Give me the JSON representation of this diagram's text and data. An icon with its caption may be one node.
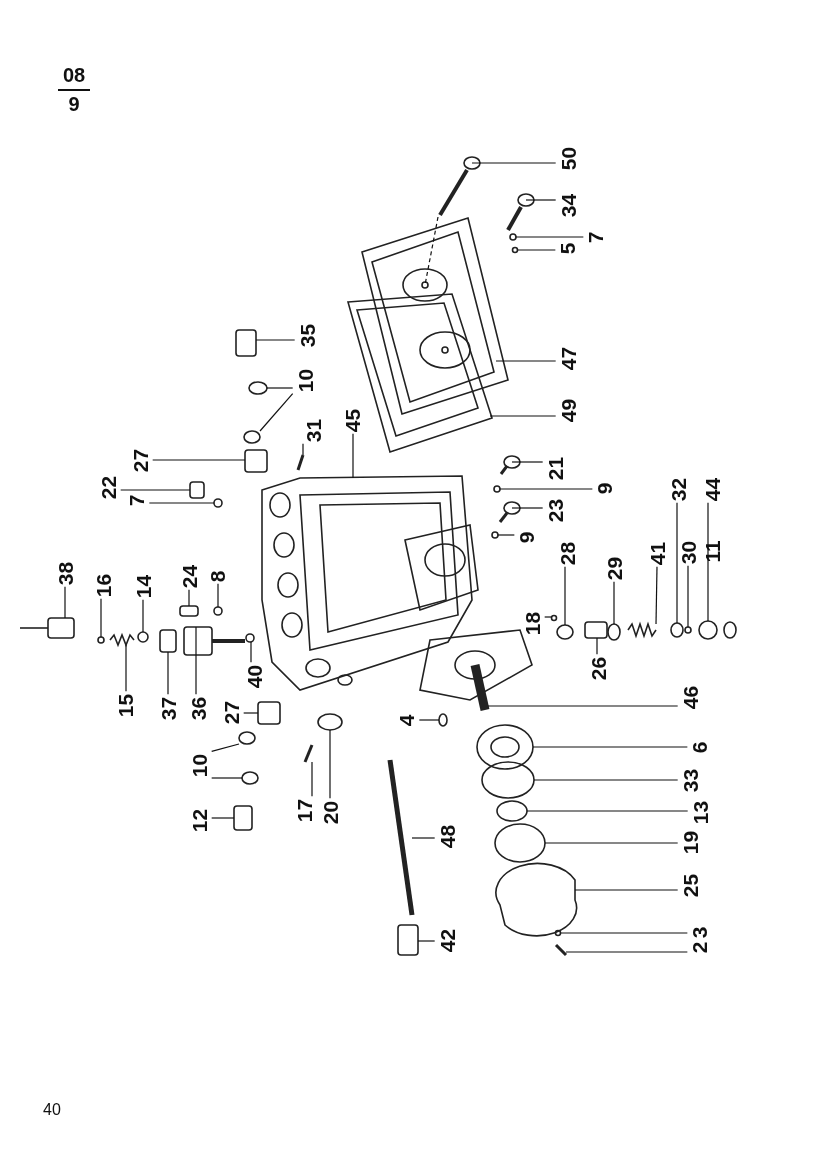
{
  "diagram": {
    "nodes": [
      {
        "text": [
          "50"
        ]
      },
      {
        "text": [
          "34"
        ]
      },
      {
        "text": [
          "7"
        ]
      },
      {
        "text": [
          "5"
        ]
      },
      {
        "text": [
          "35"
        ]
      },
      {
        "text": [
          "47"
        ]
      },
      {
        "text": [
          "10"
        ]
      },
      {
        "text": [
          "49"
        ]
      },
      {
        "text": [
          "45"
        ]
      },
      {
        "text": [
          "31"
        ]
      },
      {
        "text": [
          "27"
        ]
      },
      {
        "text": [
          "21"
        ]
      },
      {
        "text": [
          "22"
        ]
      },
      {
        "text": [
          "9"
        ]
      },
      {
        "text": [
          "32"
        ]
      },
      {
        "text": [
          "44"
        ]
      },
      {
        "text": [
          "7"
        ]
      },
      {
        "text": [
          "23"
        ]
      },
      {
        "text": [
          "9"
        ]
      },
      {
        "text": [
          "28"
        ]
      },
      {
        "text": [
          "41"
        ]
      },
      {
        "text": [
          "30"
        ]
      },
      {
        "text": [
          "11"
        ]
      },
      {
        "text": [
          "29"
        ]
      },
      {
        "text": [
          "38"
        ]
      },
      {
        "text": [
          "16"
        ]
      },
      {
        "text": [
          "14"
        ]
      },
      {
        "text": [
          "24"
        ]
      },
      {
        "text": [
          "8"
        ]
      },
      {
        "text": [
          "18"
        ]
      },
      {
        "text": [
          "40"
        ]
      },
      {
        "text": [
          "26"
        ]
      },
      {
        "text": [
          "46"
        ]
      },
      {
        "text": [
          "15"
        ]
      },
      {
        "text": [
          "37"
        ]
      },
      {
        "text": [
          "36"
        ]
      },
      {
        "text": [
          "27"
        ]
      },
      {
        "text": [
          "4"
        ]
      },
      {
        "text": [
          "6"
        ]
      },
      {
        "text": [
          "10"
        ]
      },
      {
        "text": [
          "33"
        ]
      },
      {
        "text": [
          "17"
        ]
      },
      {
        "text": [
          "20"
        ]
      },
      {
        "text": [
          "13"
        ]
      },
      {
        "text": [
          "12"
        ]
      },
      {
        "text": [
          "48"
        ]
      },
      {
        "text": [
          "19"
        ]
      },
      {
        "text": [
          "25"
        ]
      },
      {
        "text": [
          "3"
        ]
      },
      {
        "text": [
          "42"
        ]
      },
      {
        "text": [
          "2"
        ]
      },
      {
        "text": [],
        "shape": "picture"
      },
      {
        "text": [],
        "shape": "picture"
      },
      {
        "text": [],
        "shape": "circle"
      },
      {
        "text": [],
        "shape": "circle"
      },
      {
        "text": [],
        "shape": "box"
      },
      {
        "text": [],
        "shape": "picture"
      },
      {
        "text": [],
        "shape": "circle"
      },
      {
        "text": [],
        "shape": "circle"
      },
      {
        "text": [],
        "shape": "picture"
      },
      {
        "text": [],
        "shape": "picture"
      },
      {
        "text": [],
        "shape": "bar"
      },
      {
        "text": [],
        "shape": "box"
      },
      {
        "text": [],
        "shape": "picture"
      },
      {
        "text": [],
        "shape": "box"
      },
      {
        "text": [],
        "shape": "circle"
      },
      {
        "text": [],
        "shape": "circle"
      },
      {
        "text": [],
        "shape": "circle"
      },
      {
        "text": [],
        "shape": "circle"
      },
      {
        "text": [],
        "shape": "picture"
      },
      {
        "text": [],
        "shape": "circle"
      },
      {
        "text": [],
        "shape": "circle"
      },
      {
        "text": [],
        "shape": "picture"
      },
      {
        "text": [],
        "shape": "circle"
      },
      {
        "text": [],
        "shape": "circle"
      },
      {
        "text": [],
        "shape": "picture"
      },
      {
        "text": [],
        "shape": "circle"
      },
      {
        "text": [],
        "shape": "circle"
      },
      {
        "text": [],
        "shape": "box"
      },
      {
        "text": [],
        "shape": "circle"
      },
      {
        "text": [],
        "shape": "circle"
      },
      {
        "text": [],
        "shape": "circle"
      },
      {
        "text": [],
        "shape": "box"
      },
      {
        "text": [],
        "shape": "picture"
      },
      {
        "text": [],
        "shape": "picture"
      },
      {
        "text": [],
        "shape": "box"
      },
      {
        "text": [],
        "shape": "picture"
      },
      {
        "text": [],
        "shape": "box"
      },
      {
        "text": [],
        "shape": "circle"
      },
      {
        "text": [],
        "shape": "picture"
      },
      {
        "text": [],
        "shape": "circle"
      },
      {
        "text": [],
        "shape": "circle"
      },
      {
        "text": [],
        "shape": "circle"
      },
      {
        "text": [],
        "shape": "bar"
      },
      {
        "text": [],
        "shape": "circle"
      },
      {
        "text": [],
        "shape": "circle"
      },
      {
        "text": [],
        "shape": "box"
      },
      {
        "text": [],
        "shape": "bar"
      },
      {
        "text": [],
        "shape": "circle"
      },
      {
        "text": [],
        "shape": "picture"
      },
      {
        "text": [],
        "shape": "circle"
      },
      {
        "text": [],
        "shape": "box"
      },
      {
        "text": [],
        "shape": "bar"
      }
    ],
    "edges": [
      {
        "from": 0,
        "to": 51,
        "arrow": "none"
      },
      {
        "from": 1,
        "to": 52,
        "arrow": "none"
      },
      {
        "from": 2,
        "to": 53,
        "arrow": "none"
      },
      {
        "from": 3,
        "to": 54,
        "arrow": "none"
      },
      {
        "from": 4,
        "to": 55,
        "arrow": "none"
      },
      {
        "from": 5,
        "to": 56,
        "arrow": "none"
      },
      {
        "from": 6,
        "to": 57,
        "arrow": "none"
      },
      {
        "from": 6,
        "to": 58,
        "arrow": "none"
      },
      {
        "from": 7,
        "to": 59,
        "arrow": "none"
      },
      {
        "from": 8,
        "to": 60,
        "arrow": "none"
      },
      {
        "from": 9,
        "to": 61,
        "arrow": "none"
      },
      {
        "from": 10,
        "to": 62,
        "arrow": "none"
      },
      {
        "from": 11,
        "to": 63,
        "arrow": "none"
      },
      {
        "from": 12,
        "to": 64,
        "arrow": "none"
      },
      {
        "from": 13,
        "to": 65,
        "arrow": "none"
      },
      {
        "from": 14,
        "to": 66,
        "arrow": "none"
      },
      {
        "from": 15,
        "to": 67,
        "arrow": "none"
      },
      {
        "from": 16,
        "to": 68,
        "arrow": "none"
      },
      {
        "from": 17,
        "to": 69,
        "arrow": "none"
      },
      {
        "from": 18,
        "to": 70,
        "arrow": "none"
      },
      {
        "from": 19,
        "to": 71,
        "arrow": "none"
      },
      {
        "from": 20,
        "to": 72,
        "arrow": "none"
      },
      {
        "from": 21,
        "to": 73,
        "arrow": "none"
      },
      {
        "from": 23,
        "to": 74,
        "arrow": "none"
      },
      {
        "from": 24,
        "to": 75,
        "arrow": "none"
      },
      {
        "from": 25,
        "to": 76,
        "arrow": "none"
      },
      {
        "from": 26,
        "to": 77,
        "arrow": "none"
      },
      {
        "from": 27,
        "to": 78,
        "arrow": "none"
      },
      {
        "from": 28,
        "to": 79,
        "arrow": "none"
      },
      {
        "from": 29,
        "to": 80,
        "arrow": "none"
      },
      {
        "from": 30,
        "to": 81,
        "arrow": "none"
      },
      {
        "from": 31,
        "to": 82,
        "arrow": "none"
      },
      {
        "from": 32,
        "to": 83,
        "arrow": "none"
      },
      {
        "from": 33,
        "to": 84,
        "arrow": "none"
      },
      {
        "from": 34,
        "to": 85,
        "arrow": "none"
      },
      {
        "from": 35,
        "to": 86,
        "arrow": "none"
      },
      {
        "from": 36,
        "to": 87,
        "arrow": "none"
      },
      {
        "from": 37,
        "to": 88,
        "arrow": "none"
      },
      {
        "from": 38,
        "to": 89,
        "arrow": "none"
      },
      {
        "from": 39,
        "to": 90,
        "arrow": "none"
      },
      {
        "from": 39,
        "to": 91,
        "arrow": "none"
      },
      {
        "from": 40,
        "to": 92,
        "arrow": "none"
      },
      {
        "from": 41,
        "to": 93,
        "arrow": "none"
      },
      {
        "from": 42,
        "to": 94,
        "arrow": "none"
      },
      {
        "from": 43,
        "to": 95,
        "arrow": "none"
      },
      {
        "from": 44,
        "to": 96,
        "arrow": "none"
      },
      {
        "from": 45,
        "to": 97,
        "arrow": "none"
      },
      {
        "from": 46,
        "to": 98,
        "arrow": "none"
      },
      {
        "from": 47,
        "to": 99,
        "arrow": "none"
      },
      {
        "from": 48,
        "to": 100,
        "arrow": "none"
      },
      {
        "from": 49,
        "to": 101,
        "arrow": "none"
      },
      {
        "from": 50,
        "to": 102,
        "arrow": "none"
      },
      {
        "from": 51,
        "to": 56,
        "arrow": "none",
        "style": "dashed"
      }
    ],
    "labels": [
      "08",
      "9",
      "40"
    ]
  }
}
